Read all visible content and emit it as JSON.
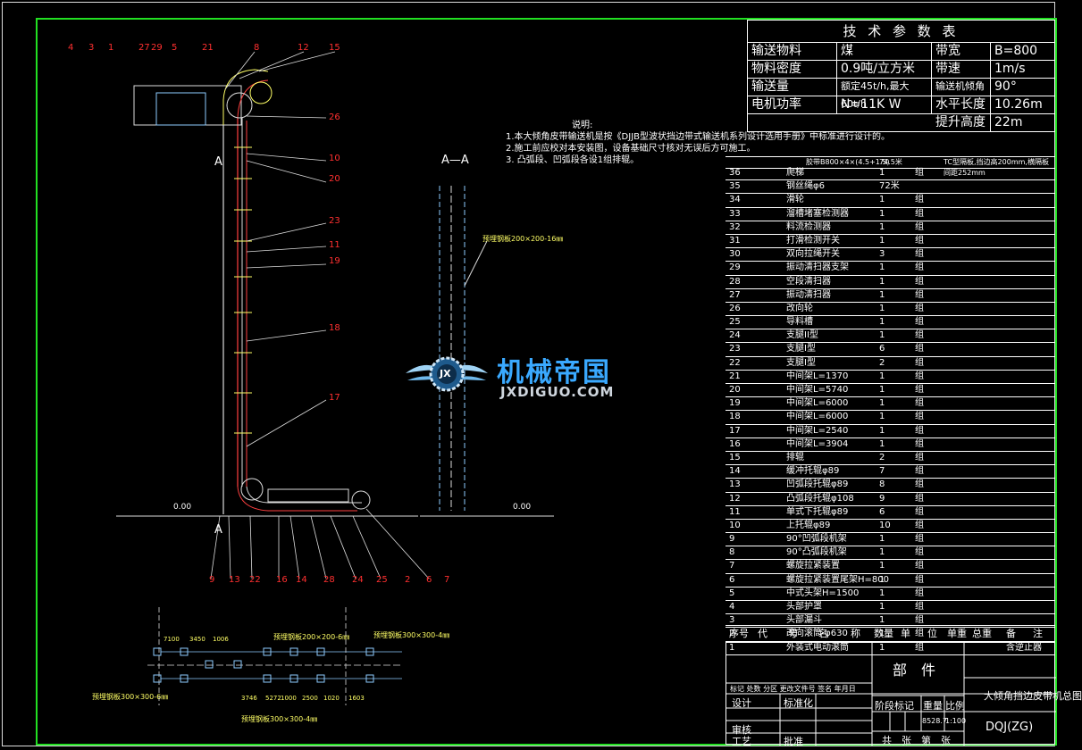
{
  "params": {
    "title": "技 术 参 数 表",
    "rows": [
      {
        "k1": "输送物料",
        "v1": "煤",
        "k2": "带宽",
        "v2": "B=800"
      },
      {
        "k1": "物料密度",
        "v1": "0.9吨/立方米",
        "k2": "带速",
        "v2": "1m/s"
      },
      {
        "k1": "输送量",
        "v1": "额定45t/h,最大60t/h",
        "k2": "输送机倾角",
        "v2": "90°"
      },
      {
        "k1": "电机功率",
        "v1": "N=11K W",
        "k2": "水平长度",
        "v2": "10.26m"
      },
      {
        "k1": "",
        "v1": "",
        "k2": "提升高度",
        "v2": "22m"
      }
    ]
  },
  "notes": {
    "title": "说明:",
    "lines": [
      "1.本大倾角皮带输送机是按《DJJB型波状挡边带式输送机系列设计选用手册》中标准进行设计的。",
      "2.施工前应校对本安装图，设备基础尺寸核对无误后方可施工。",
      "3. 凸弧段、凹弧段各设1组排辊。"
    ]
  },
  "bom": {
    "top_row": {
      "name": "胶带B800×4×(4.5+1.5)",
      "qty": "74.5米",
      "remark": "TC型隔板,挡边高200mm,横隔板间距252mm"
    },
    "rows": [
      {
        "no": "36",
        "name": "爬梯",
        "qty": "1",
        "unit": "组"
      },
      {
        "no": "35",
        "name": "钢丝绳φ6",
        "qty": "72米",
        "unit": ""
      },
      {
        "no": "34",
        "name": "滑轮",
        "qty": "1",
        "unit": "组"
      },
      {
        "no": "33",
        "name": "溜槽堵塞检测器",
        "qty": "1",
        "unit": "组"
      },
      {
        "no": "32",
        "name": "料流检测器",
        "qty": "1",
        "unit": "组"
      },
      {
        "no": "31",
        "name": "打滑检测开关",
        "qty": "1",
        "unit": "组"
      },
      {
        "no": "30",
        "name": "双向拉绳开关",
        "qty": "3",
        "unit": "组"
      },
      {
        "no": "29",
        "name": "振动清扫器支架",
        "qty": "1",
        "unit": "组"
      },
      {
        "no": "28",
        "name": "空段清扫器",
        "qty": "1",
        "unit": "组"
      },
      {
        "no": "27",
        "name": "振动清扫器",
        "qty": "1",
        "unit": "组"
      },
      {
        "no": "26",
        "name": "改向轮",
        "qty": "1",
        "unit": "组"
      },
      {
        "no": "25",
        "name": "导料槽",
        "qty": "1",
        "unit": "组"
      },
      {
        "no": "24",
        "name": "支腿II型",
        "qty": "1",
        "unit": "组"
      },
      {
        "no": "23",
        "name": "支腿I型",
        "qty": "6",
        "unit": "组"
      },
      {
        "no": "22",
        "name": "支腿I型",
        "qty": "2",
        "unit": "组"
      },
      {
        "no": "21",
        "name": "中间架L=1370",
        "qty": "1",
        "unit": "组"
      },
      {
        "no": "20",
        "name": "中间架L=5740",
        "qty": "1",
        "unit": "组"
      },
      {
        "no": "19",
        "name": "中间架L=6000",
        "qty": "1",
        "unit": "组"
      },
      {
        "no": "18",
        "name": "中间架L=6000",
        "qty": "1",
        "unit": "组"
      },
      {
        "no": "17",
        "name": "中间架L=2540",
        "qty": "1",
        "unit": "组"
      },
      {
        "no": "16",
        "name": "中间架L=3904",
        "qty": "1",
        "unit": "组"
      },
      {
        "no": "15",
        "name": "排辊",
        "qty": "2",
        "unit": "组"
      },
      {
        "no": "14",
        "name": "缓冲托辊φ89",
        "qty": "7",
        "unit": "组"
      },
      {
        "no": "13",
        "name": "凹弧段托辊φ89",
        "qty": "8",
        "unit": "组"
      },
      {
        "no": "12",
        "name": "凸弧段托辊φ108",
        "qty": "9",
        "unit": "组"
      },
      {
        "no": "11",
        "name": "单式下托辊φ89",
        "qty": "6",
        "unit": "组"
      },
      {
        "no": "10",
        "name": "上托辊φ89",
        "qty": "10",
        "unit": "组"
      },
      {
        "no": "9",
        "name": "90°凹弧段机架",
        "qty": "1",
        "unit": "组"
      },
      {
        "no": "8",
        "name": "90°凸弧段机架",
        "qty": "1",
        "unit": "组"
      },
      {
        "no": "7",
        "name": "螺旋拉紧装置",
        "qty": "1",
        "unit": "组"
      },
      {
        "no": "6",
        "name": "螺旋拉紧装置尾架H=800",
        "qty": "1",
        "unit": "组"
      },
      {
        "no": "5",
        "name": "中式头架H=1500",
        "qty": "1",
        "unit": "组"
      },
      {
        "no": "4",
        "name": "头部护罩",
        "qty": "1",
        "unit": "组"
      },
      {
        "no": "3",
        "name": "头部漏斗",
        "qty": "1",
        "unit": "组"
      },
      {
        "no": "2",
        "name": "改向滚筒 φ630",
        "qty": "1",
        "unit": "组"
      },
      {
        "no": "1",
        "name": "外装式电动滚筒",
        "qty": "1",
        "unit": "组",
        "remark": "含逆止器"
      }
    ],
    "header": [
      "序号",
      "代",
      "号",
      "名",
      "称",
      "数量",
      "单",
      "位",
      "单重",
      "总重",
      "备",
      "注"
    ]
  },
  "title_block": {
    "part": "部　件",
    "drawing_name": "大倾角挡边皮带机总图",
    "revision_row": "标记 处数 分区 更改文件号 签名 年月日",
    "design": "设计",
    "standard": "标准化",
    "review": "审核",
    "process": "工艺",
    "approve": "批准",
    "stage": "阶段标记",
    "weight": "重量",
    "scale": "比例",
    "weight_value": "8528.7",
    "scale_value": "1:100",
    "code": "DQJ(ZG)",
    "sheets": "共　张　第　张"
  },
  "elevation_labels": {
    "top": [
      "4",
      "3",
      "1",
      "27",
      "29",
      "5",
      "21",
      "8",
      "12",
      "15"
    ],
    "right": [
      "26",
      "10",
      "20",
      "23",
      "11",
      "19",
      "18",
      "17"
    ],
    "bottom": [
      "9",
      "13",
      "22",
      "16",
      "14",
      "28",
      "24",
      "25",
      "2",
      "6",
      "7"
    ],
    "section_mark": "A",
    "level_left": "0.00",
    "level_right": "0.00"
  },
  "section": {
    "title": "A—A",
    "note": "预埋钢板200×200-16㎜"
  },
  "plan": {
    "labels": [
      "预埋钢板200×200-6㎜",
      "预埋钢板300×300-4㎜",
      "预埋钢板300×300-6㎜",
      "预埋钢板300×300-4㎜"
    ],
    "dims": [
      "7100",
      "3450",
      "1006",
      "3746",
      "5272",
      "1000",
      "2500",
      "1020",
      "1603"
    ]
  },
  "watermark": {
    "main": "机械帝国",
    "sub": "JXDIGUO.COM",
    "badge": "JX"
  },
  "colors": {
    "frame": "#22e022",
    "drawing": "#e0e0e0",
    "label": "#ff3030",
    "dim": "#ffff66",
    "watermark": "#3aa9ff"
  }
}
